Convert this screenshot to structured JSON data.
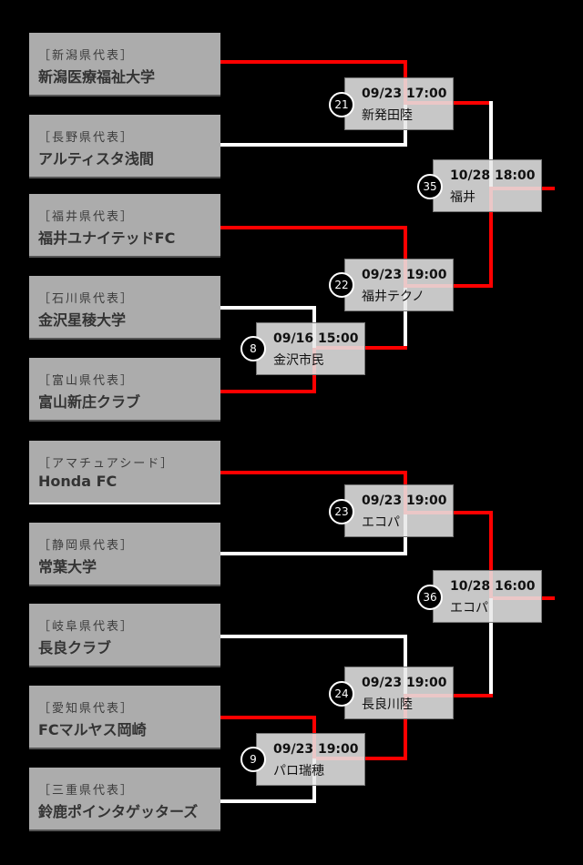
{
  "colors": {
    "winner_line": "#ff0000",
    "loser_line": "#ffffff",
    "team_box": "#acacac",
    "match_box": "#e8e8e8",
    "background": "#000000"
  },
  "teams": [
    {
      "pref": "［新潟県代表］",
      "name": "新潟医療福祉大学"
    },
    {
      "pref": "［長野県代表］",
      "name": "アルティスタ浅間"
    },
    {
      "pref": "［福井県代表］",
      "name": "福井ユナイテッドFC"
    },
    {
      "pref": "［石川県代表］",
      "name": "金沢星稜大学"
    },
    {
      "pref": "［富山県代表］",
      "name": "富山新庄クラブ"
    },
    {
      "pref": "［アマチュアシード］",
      "name": "Honda FC"
    },
    {
      "pref": "［静岡県代表］",
      "name": "常葉大学"
    },
    {
      "pref": "［岐阜県代表］",
      "name": "長良クラブ"
    },
    {
      "pref": "［愛知県代表］",
      "name": "FCマルヤス岡崎"
    },
    {
      "pref": "［三重県代表］",
      "name": "鈴鹿ポインタゲッターズ"
    }
  ],
  "matches": [
    {
      "no": "21",
      "datetime": "09/23 17:00",
      "venue": "新発田陸"
    },
    {
      "no": "35",
      "datetime": "10/28 18:00",
      "venue": "福井"
    },
    {
      "no": "22",
      "datetime": "09/23 19:00",
      "venue": "福井テクノ"
    },
    {
      "no": "8",
      "datetime": "09/16 15:00",
      "venue": "金沢市民"
    },
    {
      "no": "23",
      "datetime": "09/23 19:00",
      "venue": "エコパ"
    },
    {
      "no": "36",
      "datetime": "10/28 16:00",
      "venue": "エコパ"
    },
    {
      "no": "24",
      "datetime": "09/23 19:00",
      "venue": "長良川陸"
    },
    {
      "no": "9",
      "datetime": "09/23 19:00",
      "venue": "パロ瑞穂"
    }
  ]
}
